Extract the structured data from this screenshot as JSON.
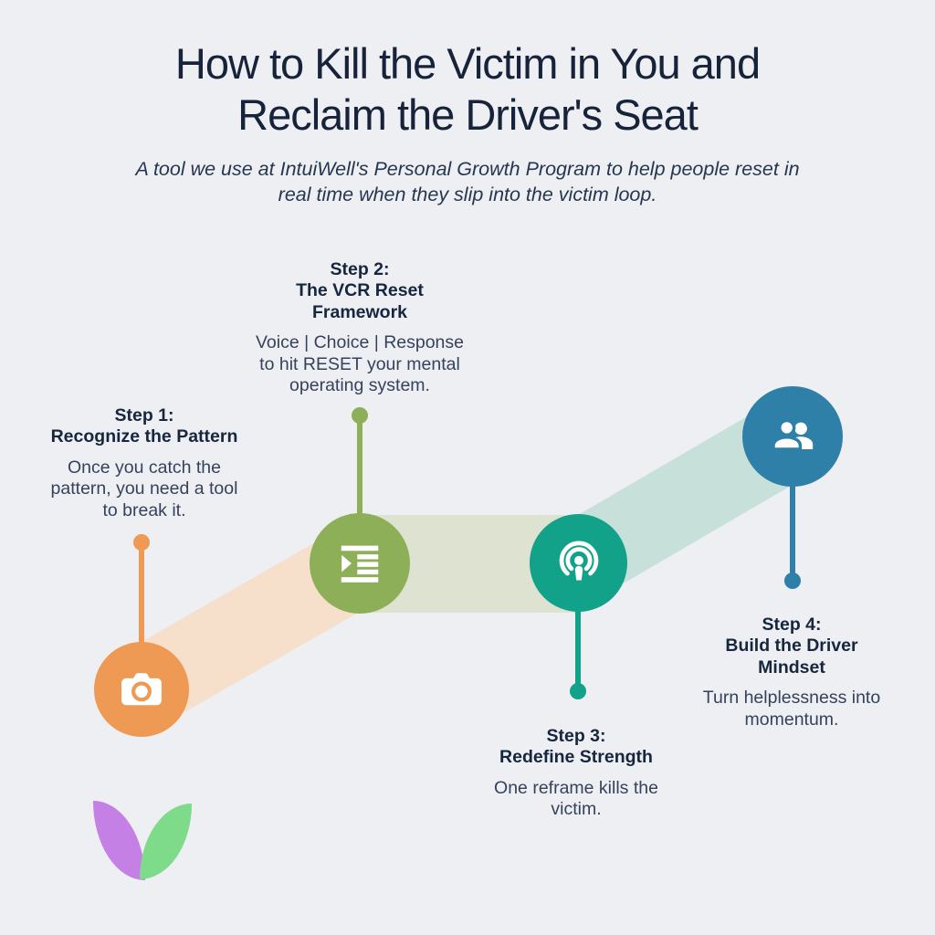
{
  "title": "How to Kill the Victim in You and\nReclaim the Driver's Seat",
  "subtitle": "A tool we use at IntuiWell's Personal Growth Program to help people reset in\nreal time when they slip into the victim loop.",
  "steps": [
    {
      "heading": "Step 1:\nRecognize the Pattern",
      "body": "Once you catch the\npattern, you need a tool\nto break it.",
      "icon": "camera-icon",
      "color": "#EF9A54",
      "band_color": "#F6DFCB"
    },
    {
      "heading": "Step 2:\nThe VCR Reset\nFramework",
      "body": "Voice | Choice | Response\nto hit RESET your mental\noperating system.",
      "icon": "indent-list-icon",
      "color": "#8CAF58",
      "band_color": "#DDE3D0"
    },
    {
      "heading": "Step 3:\nRedefine Strength",
      "body": "One reframe kills the\nvictim.",
      "icon": "broadcast-icon",
      "color": "#12A28A",
      "band_color": "#C8E0DA"
    },
    {
      "heading": "Step 4:\nBuild the Driver\nMindset",
      "body": "Turn helplessness into\nmomentum.",
      "icon": "people-icon",
      "color": "#2F80A9",
      "band_color": "#C8E0DA"
    }
  ],
  "colors": {
    "background": "#EDEFF2",
    "title_text": "#16233A",
    "heading_text": "#16263E",
    "body_text": "#36425C"
  },
  "logo": {
    "left_leaf_color": "#C480E4",
    "right_leaf_color": "#7EDB8A"
  }
}
